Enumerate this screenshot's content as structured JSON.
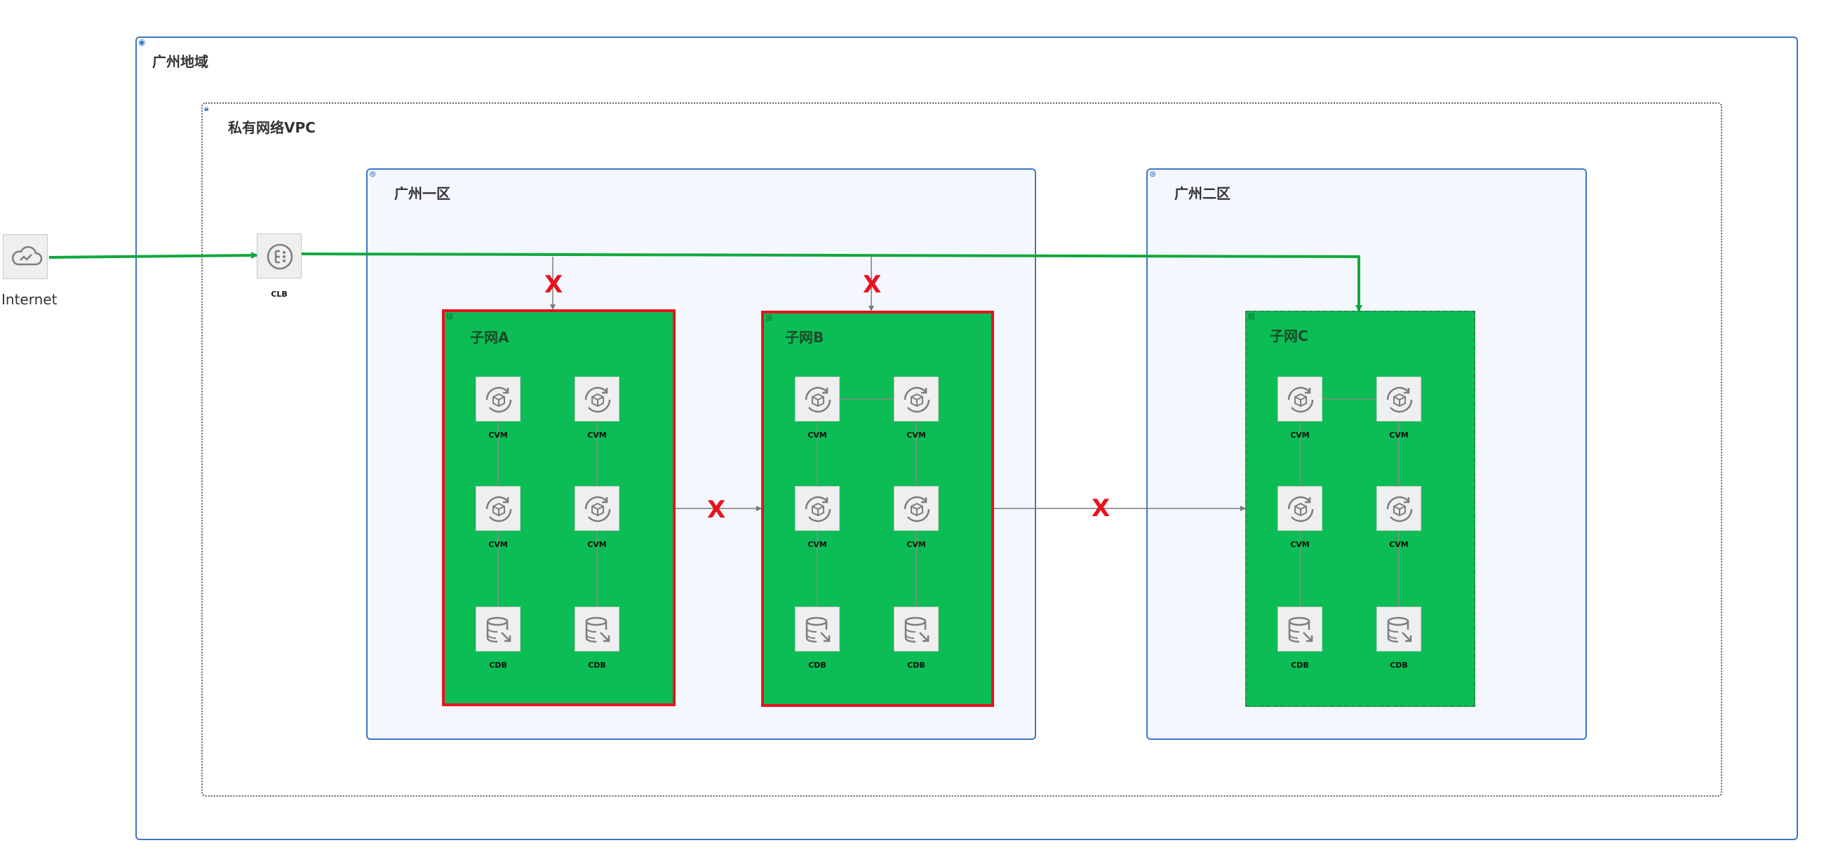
{
  "region": {
    "label": "广州地域"
  },
  "vpc": {
    "label": "私有网络VPC"
  },
  "zones": [
    {
      "label": "广州一区"
    },
    {
      "label": "广州二区"
    }
  ],
  "subnets": [
    {
      "label": "子网A"
    },
    {
      "label": "子网B"
    },
    {
      "label": "子网C"
    }
  ],
  "internet": {
    "label": "Internet"
  },
  "clb": {
    "label": "CLB"
  },
  "node_labels": {
    "cvm": "CVM",
    "cdb": "CDB"
  },
  "blocked_marker": "X",
  "colors": {
    "subnet_fill": "#0bbd54",
    "allowed_path": "#11a83f",
    "blocked_border": "#e8121e",
    "region_border": "#3a78c8"
  }
}
